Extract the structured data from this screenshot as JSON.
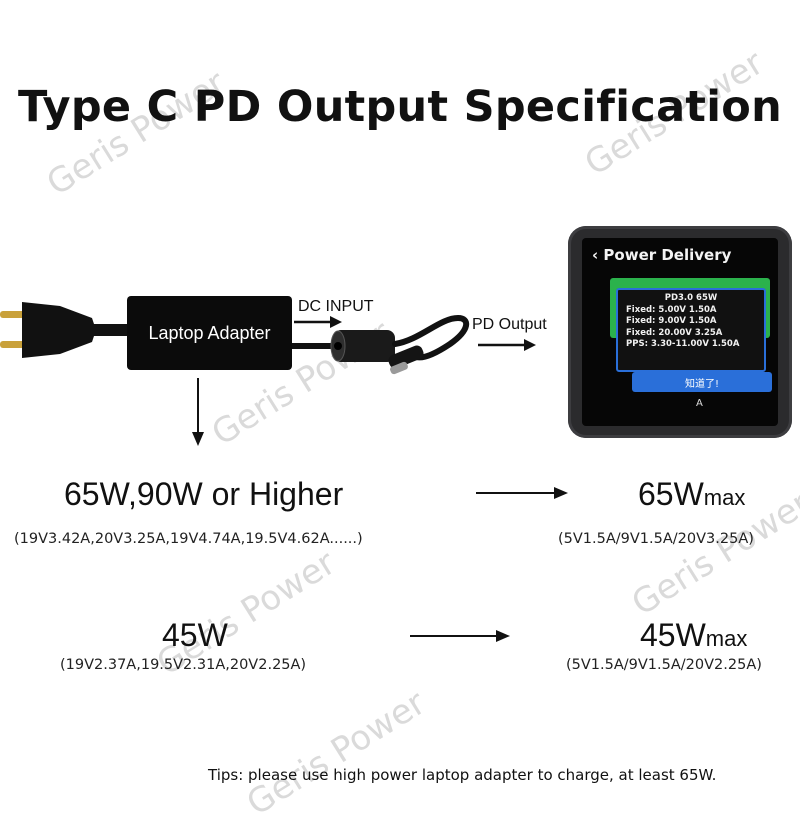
{
  "watermark": "Geris Power",
  "title": "Type C PD Output Specification",
  "diagram": {
    "adapter_label": "Laptop Adapter",
    "dc_input_label": "DC INPUT",
    "pd_output_label": "PD Output"
  },
  "tester": {
    "screen_title": "Power Delivery",
    "popup_header": "PD3.0 65W",
    "popup_rows": [
      "Fixed:   5.00V 1.50A",
      "Fixed:   9.00V 1.50A",
      "Fixed:  20.00V 3.25A",
      "PPS: 3.30-11.00V 1.50A"
    ],
    "button_label": "知道了!",
    "footer_letter": "A"
  },
  "spec_rows": [
    {
      "input_power": "65W,90W or Higher",
      "input_detail": "(19V3.42A,20V3.25A,19V4.74A,19.5V4.62A......)",
      "output_power": "65W",
      "output_suffix": "max",
      "output_detail": "(5V1.5A/9V1.5A/20V3.25A)"
    },
    {
      "input_power": "45W",
      "input_detail": "(19V2.37A,19.5V2.31A,20V2.25A)",
      "output_power": "45W",
      "output_suffix": "max",
      "output_detail": "(5V1.5A/9V1.5A/20V2.25A)"
    }
  ],
  "tips": "Tips: please use high power laptop adapter to charge, at least 65W.",
  "colors": {
    "background": "#ffffff",
    "text": "#111111",
    "adapter_box": "#0b0b0b",
    "tester_green": "#2bb24c",
    "tester_blue": "#2a6fd9"
  }
}
